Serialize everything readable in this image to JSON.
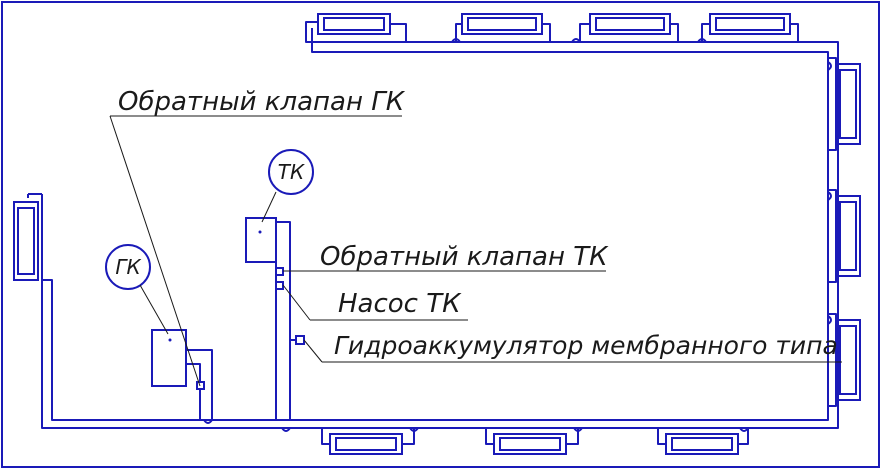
{
  "labels": {
    "check_valve_gk": "Обратный клапан ГК",
    "check_valve_tk": "Обратный клапан ТК",
    "pump_tk": "Насос ТК",
    "accumulator": "Гидроаккумулятор мембранного типа"
  },
  "bubbles": {
    "tk": "ТК",
    "gk": "ГК"
  },
  "colors": {
    "pipe": "#1a1ab8",
    "text": "#1a1a1a",
    "background": "#ffffff"
  }
}
